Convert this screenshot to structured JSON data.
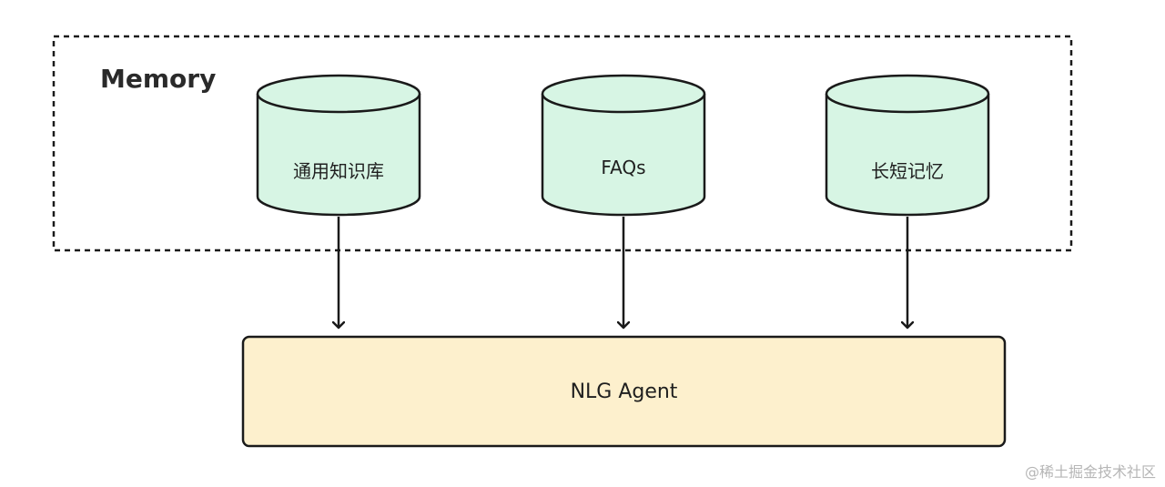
{
  "memory": {
    "title": "Memory"
  },
  "stores": [
    {
      "label": "通用知识库",
      "icon": "database-cylinder-icon"
    },
    {
      "label": "FAQs",
      "icon": "database-cylinder-icon"
    },
    {
      "label": "长短记忆",
      "icon": "database-cylinder-icon"
    }
  ],
  "agent": {
    "label": "NLG Agent"
  },
  "watermark": "@稀土掘金技术社区",
  "colors": {
    "cylinder_fill": "#d7f5e4",
    "agent_fill": "#fdf0cd",
    "stroke": "#1a1a1a"
  }
}
